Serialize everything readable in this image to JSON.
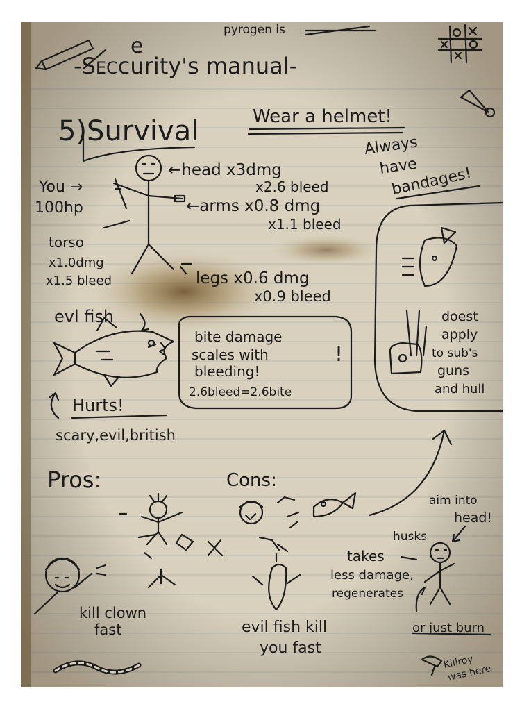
{
  "page": {
    "title": "-SECURITY'S MANUAL-",
    "title_line": {
      "prefix": "-S",
      "struck": "EC",
      "correction": "e",
      "suffix": "curity's manual-"
    },
    "top_note": {
      "text": "pyrogen is"
    },
    "section": "5)Survival",
    "tip_helmet": "Wear a helmet!",
    "tip_bandages": [
      "Always",
      "have",
      "bandages!"
    ],
    "body": {
      "you": "You →",
      "hp": "100hp",
      "head": [
        "←head x3dmg",
        "x2.6 bleed"
      ],
      "arms": [
        "←arms x0.8 dmg",
        "x1.1 bleed"
      ],
      "torso": [
        "torso",
        "x1.0dmg",
        "x1.5 bleed"
      ],
      "legs": [
        "legs x0.6 dmg",
        "x0.9 bleed"
      ]
    },
    "fish": {
      "label": "evl fish",
      "box": [
        "bite damage",
        "scales with",
        "bleeding!",
        "2.6bleed=2.6bite"
      ],
      "box_mark": "!",
      "hurts": "Hurts!",
      "desc": "scary,evil,british"
    },
    "sub_note": [
      "doest",
      "apply",
      "to sub's",
      "guns",
      "and hull"
    ],
    "pros": "Pros:",
    "cons": "Cons:",
    "pros_caption": [
      "kill clown",
      "fast"
    ],
    "cons_caption": [
      "evil fish kill",
      "you fast"
    ],
    "husks": {
      "aim": [
        "aim into",
        "head!"
      ],
      "label": "husks",
      "traits": [
        "takes",
        "less damage,",
        "regenerates"
      ],
      "burn": "or just burn"
    },
    "signature": [
      "Killroy",
      "was here"
    ],
    "colors": {
      "paper": "#d8d0bd",
      "ink": "#1c1c1c",
      "rule": "#9aa4ad",
      "stain": "#7a5a2a"
    }
  }
}
